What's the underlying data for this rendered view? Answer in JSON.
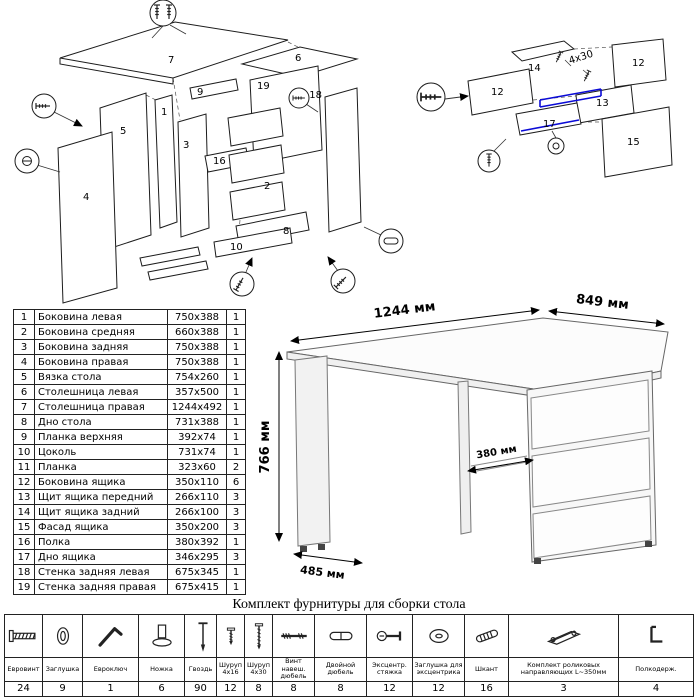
{
  "diagrams": {
    "left": {
      "l1": "1",
      "l2": "2",
      "l3": "3",
      "l4": "4",
      "l5": "5",
      "l6": "6",
      "l7": "7",
      "l8": "8",
      "l9": "9",
      "l10": "10",
      "l16": "16",
      "l18": "18",
      "l19": "19"
    },
    "right": {
      "l12a": "12",
      "l12b": "12",
      "l13": "13",
      "l14": "14",
      "l15": "15",
      "l17": "17",
      "screw_note": "4x30"
    }
  },
  "desk_dimensions": {
    "width": "1244 мм",
    "depth": "849 мм",
    "height": "766 мм",
    "inner": "380 мм",
    "side": "485 мм"
  },
  "parts_table": {
    "rows": [
      {
        "num": "1",
        "name": "Боковина левая",
        "size": "750x388",
        "qty": "1"
      },
      {
        "num": "2",
        "name": "Боковина средняя",
        "size": "660x388",
        "qty": "1"
      },
      {
        "num": "3",
        "name": "Боковина задняя",
        "size": "750x388",
        "qty": "1"
      },
      {
        "num": "4",
        "name": "Боковина правая",
        "size": "750x388",
        "qty": "1"
      },
      {
        "num": "5",
        "name": "Вязка стола",
        "size": "754x260",
        "qty": "1"
      },
      {
        "num": "6",
        "name": "Столешница левая",
        "size": "357x500",
        "qty": "1"
      },
      {
        "num": "7",
        "name": "Столешница правая",
        "size": "1244x492",
        "qty": "1"
      },
      {
        "num": "8",
        "name": "Дно стола",
        "size": "731x388",
        "qty": "1"
      },
      {
        "num": "9",
        "name": "Планка верхняя",
        "size": "392x74",
        "qty": "1"
      },
      {
        "num": "10",
        "name": "Цоколь",
        "size": "731x74",
        "qty": "1"
      },
      {
        "num": "11",
        "name": "Планка",
        "size": "323x60",
        "qty": "2"
      },
      {
        "num": "12",
        "name": "Боковина ящика",
        "size": "350x110",
        "qty": "6"
      },
      {
        "num": "13",
        "name": "Щит ящика передний",
        "size": "266x110",
        "qty": "3"
      },
      {
        "num": "14",
        "name": "Щит ящика задний",
        "size": "266x100",
        "qty": "3"
      },
      {
        "num": "15",
        "name": "Фасад ящика",
        "size": "350x200",
        "qty": "3"
      },
      {
        "num": "16",
        "name": "Полка",
        "size": "380x392",
        "qty": "1"
      },
      {
        "num": "17",
        "name": "Дно ящика",
        "size": "346x295",
        "qty": "3"
      },
      {
        "num": "18",
        "name": "Стенка задняя левая",
        "size": "675x345",
        "qty": "1"
      },
      {
        "num": "19",
        "name": "Стенка задняя правая",
        "size": "675x415",
        "qty": "1"
      }
    ]
  },
  "hardware": {
    "caption": "Комплект фурнитуры для сборки стола",
    "items": [
      {
        "name": "Евровинт",
        "qty": "24",
        "icon": "confirmat-screw"
      },
      {
        "name": "Заглушка",
        "qty": "9",
        "icon": "cap"
      },
      {
        "name": "Евроключ",
        "qty": "1",
        "icon": "hex-key"
      },
      {
        "name": "Ножка",
        "qty": "6",
        "icon": "foot"
      },
      {
        "name": "Гвоздь",
        "qty": "90",
        "icon": "nail"
      },
      {
        "name": "Шуруп 4x16",
        "qty": "12",
        "icon": "screw-small"
      },
      {
        "name": "Шуруп 4x30",
        "qty": "8",
        "icon": "screw-long"
      },
      {
        "name": "Винт навеш. дюбель",
        "qty": "8",
        "icon": "hanger-bolt"
      },
      {
        "name": "Двойной дюбель",
        "qty": "8",
        "icon": "double-dowel"
      },
      {
        "name": "Эксцентр. стяжка",
        "qty": "12",
        "icon": "cam-bolt"
      },
      {
        "name": "Заглушка для эксцентрика",
        "qty": "12",
        "icon": "cam-cover"
      },
      {
        "name": "Шкант",
        "qty": "16",
        "icon": "wood-dowel"
      },
      {
        "name": "Комплект роликовых направляющих L~350мм",
        "qty": "3",
        "icon": "drawer-slide"
      },
      {
        "name": "Полкодерж.",
        "qty": "4",
        "icon": "shelf-support"
      }
    ]
  }
}
